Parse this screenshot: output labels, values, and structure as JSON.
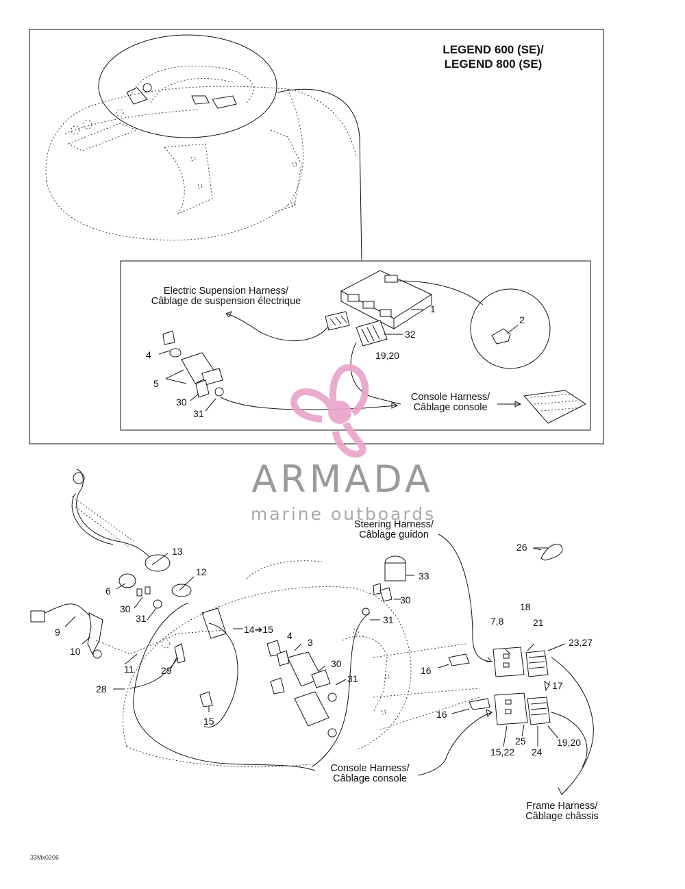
{
  "legend_title": [
    "LEGEND 600 (SE)/",
    "LEGEND 800 (SE)"
  ],
  "callouts": {
    "electric_suspension": [
      "Electric Supension Harness/",
      "Câblage de suspension électrique"
    ],
    "console_upper": [
      "Console Harness/",
      "Câblage console"
    ],
    "steering": [
      "Steering Harness/",
      "Câblage guidon"
    ],
    "console_lower": [
      "Console Harness/",
      "Câblage console"
    ],
    "frame": [
      "Frame Harness/",
      "Câblage châssis"
    ]
  },
  "part_numbers": {
    "upper": [
      "1",
      "2",
      "32",
      "19,20",
      "4",
      "5",
      "30",
      "31"
    ],
    "lower": [
      "13",
      "12",
      "6",
      "30",
      "31",
      "9",
      "10",
      "11",
      "14",
      "15",
      "29",
      "28",
      "15",
      "4",
      "3",
      "30",
      "31",
      "33",
      "30",
      "31",
      "26",
      "7,8",
      "18",
      "21",
      "23,27",
      "16",
      "17",
      "16",
      "15,22",
      "25",
      "24",
      "19,20"
    ],
    "arrow_14_to_15": "14➔15"
  },
  "watermark": {
    "name": "ARMADA",
    "subtitle": "marine outboards",
    "logo_color": "#e9a3c9",
    "text_color": "#7a7a7a"
  },
  "doc_id": "33Mx0206"
}
